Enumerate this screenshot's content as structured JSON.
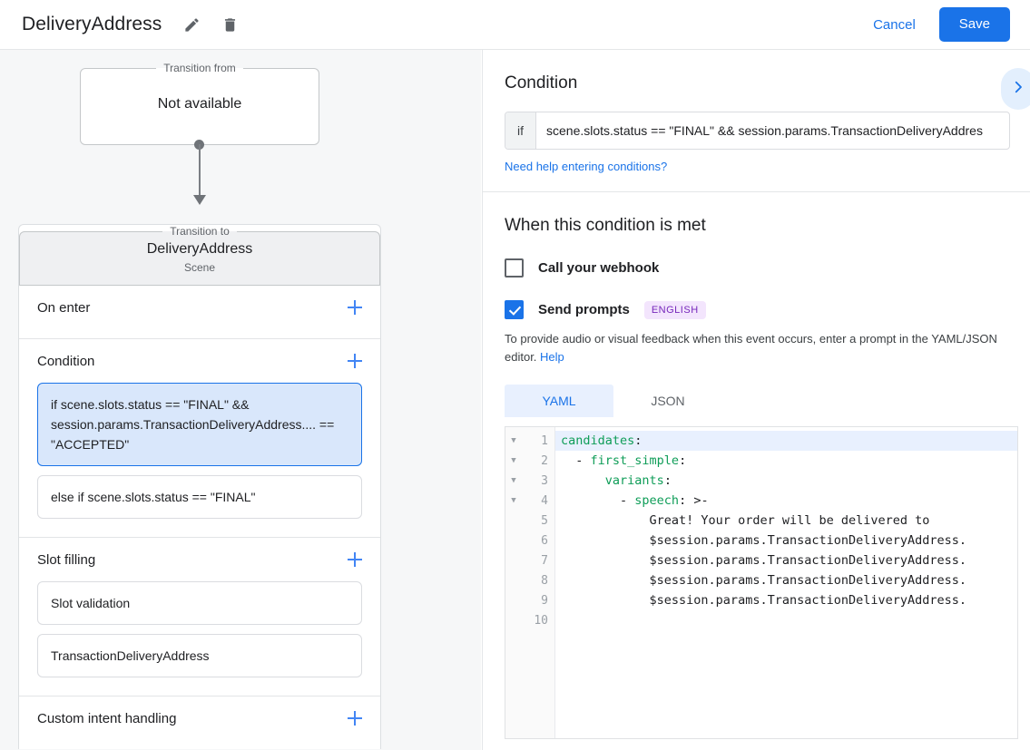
{
  "topbar": {
    "title": "DeliveryAddress",
    "edit_icon": "pencil-icon",
    "delete_icon": "trash-icon",
    "cancel_label": "Cancel",
    "save_label": "Save",
    "accent_color": "#1a73e8"
  },
  "graph": {
    "from_legend": "Transition from",
    "from_value": "Not available",
    "to_legend": "Transition to",
    "to_title": "DeliveryAddress",
    "to_subtitle": "Scene"
  },
  "left_sections": [
    {
      "title": "On enter",
      "add_icon": "plus-icon",
      "items": []
    },
    {
      "title": "Condition",
      "add_icon": "plus-icon",
      "items": [
        {
          "text": "if scene.slots.status == \"FINAL\" && session.params.TransactionDeliveryAddress.... == \"ACCEPTED\"",
          "selected": true
        },
        {
          "text": "else if scene.slots.status == \"FINAL\"",
          "selected": false
        }
      ]
    },
    {
      "title": "Slot filling",
      "add_icon": "plus-icon",
      "items": [
        {
          "text": "Slot validation",
          "selected": false
        },
        {
          "text": "TransactionDeliveryAddress",
          "selected": false
        }
      ]
    },
    {
      "title": "Custom intent handling",
      "add_icon": "plus-icon",
      "items": []
    }
  ],
  "right": {
    "condition_heading": "Condition",
    "expand_icon": "chevron-right-icon",
    "if_label": "if",
    "condition_value": "scene.slots.status == \"FINAL\" && session.params.TransactionDeliveryAddres",
    "help_conditions_link": "Need help entering conditions?",
    "met_heading": "When this condition is met",
    "webhook_label": "Call your webhook",
    "webhook_checked": false,
    "prompts_label": "Send prompts",
    "prompts_checked": true,
    "language_badge": "ENGLISH",
    "language_badge_color": "#7627bb",
    "note_text": "To provide audio or visual feedback when this event occurs, enter a prompt in the YAML/JSON editor. ",
    "note_link": "Help",
    "tabs": [
      {
        "label": "YAML",
        "active": true
      },
      {
        "label": "JSON",
        "active": false
      }
    ],
    "editor": {
      "active_line": 1,
      "lines": [
        {
          "n": "1",
          "fold": true,
          "key": "candidates",
          "indent": "",
          "rest": ":",
          "highlight": true
        },
        {
          "n": "2",
          "fold": true,
          "key": "first_simple",
          "indent": "  - ",
          "rest": ":",
          "highlight": false
        },
        {
          "n": "3",
          "fold": true,
          "key": "variants",
          "indent": "      ",
          "rest": ":",
          "highlight": false
        },
        {
          "n": "4",
          "fold": true,
          "key": "speech",
          "indent": "        - ",
          "rest": ": >-",
          "highlight": false
        },
        {
          "n": "5",
          "fold": false,
          "key": "",
          "indent": "            ",
          "rest": "Great! Your order will be delivered to",
          "highlight": false
        },
        {
          "n": "6",
          "fold": false,
          "key": "",
          "indent": "            ",
          "rest": "$session.params.TransactionDeliveryAddress.",
          "highlight": false
        },
        {
          "n": "7",
          "fold": false,
          "key": "",
          "indent": "            ",
          "rest": "$session.params.TransactionDeliveryAddress.",
          "highlight": false
        },
        {
          "n": "8",
          "fold": false,
          "key": "",
          "indent": "            ",
          "rest": "$session.params.TransactionDeliveryAddress.",
          "highlight": false
        },
        {
          "n": "9",
          "fold": false,
          "key": "",
          "indent": "            ",
          "rest": "$session.params.TransactionDeliveryAddress.",
          "highlight": false
        },
        {
          "n": "10",
          "fold": false,
          "key": "",
          "indent": "",
          "rest": "",
          "highlight": false
        }
      ]
    }
  }
}
